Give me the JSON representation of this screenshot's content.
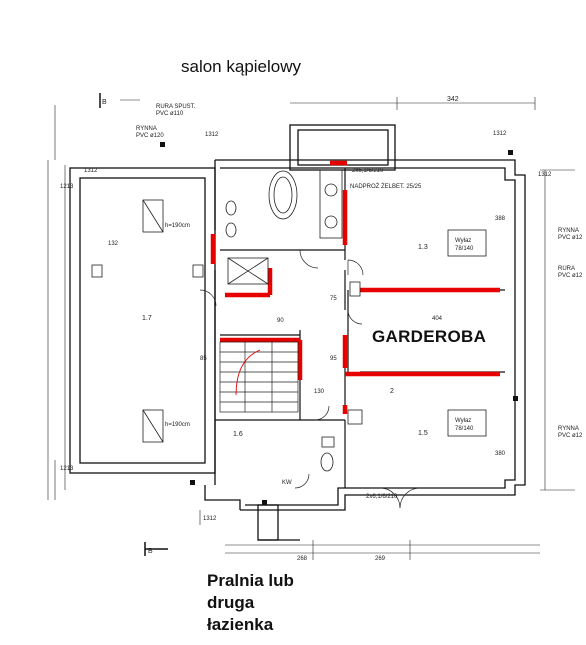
{
  "labels": {
    "top_room": "salon kąpielowy",
    "wardrobe": "GARDEROBA",
    "bottom_room_line1": "Pralnia lub",
    "bottom_room_line2": "druga",
    "bottom_room_line3": "łazienka"
  },
  "room_tags": {
    "left_room": "1.7",
    "right_upper": "1.3",
    "right_lower": "1.5",
    "stair_hall": "1.6",
    "corridor": "2"
  },
  "window_labels": {
    "left_upper": "h=190cm",
    "left_lower": "h=190cm",
    "right_upper_box1": "Wyłaz",
    "right_upper_box2": "78/140",
    "right_lower_box1": "Wyłaz",
    "right_lower_box2": "78/140"
  },
  "annotations": {
    "rura_spust": "RURA SPUST.",
    "pvc_110": "PVC ø110",
    "rynna": "RYNNA",
    "pvc_120": "PVC ø120",
    "rynna_right": "RYNNA",
    "pvc_right": "PVC ø12",
    "rura_right": "RURA",
    "pvc_right2": "PVC ø12",
    "rynna_right2": "RYNNA",
    "pvc_right3": "PVC ø12",
    "beam": "NADPROŻ ŻELBET. 25/25",
    "door_top": "2x6,1/6/210",
    "door_bottom": "2x6,1/6/210",
    "kw_label": "KW",
    "section_b_top": "B",
    "section_b_bottom": "B"
  },
  "dimensions": {
    "top_342": "342",
    "d1312_a": "1312",
    "d1312_b": "1312",
    "d1312_c": "1312",
    "d1312_d": "1312",
    "d1312_e": "1312",
    "d1213_a": "1213",
    "d1213_b": "1213",
    "d404": "404",
    "d388": "388",
    "d380": "380",
    "d268": "268",
    "d269": "269",
    "d132": "132",
    "d85": "85",
    "d90": "90",
    "d75": "75",
    "d95": "95",
    "d130": "130"
  },
  "colors": {
    "wall": "#111111",
    "highlight": "#e60000",
    "background": "#ffffff"
  }
}
